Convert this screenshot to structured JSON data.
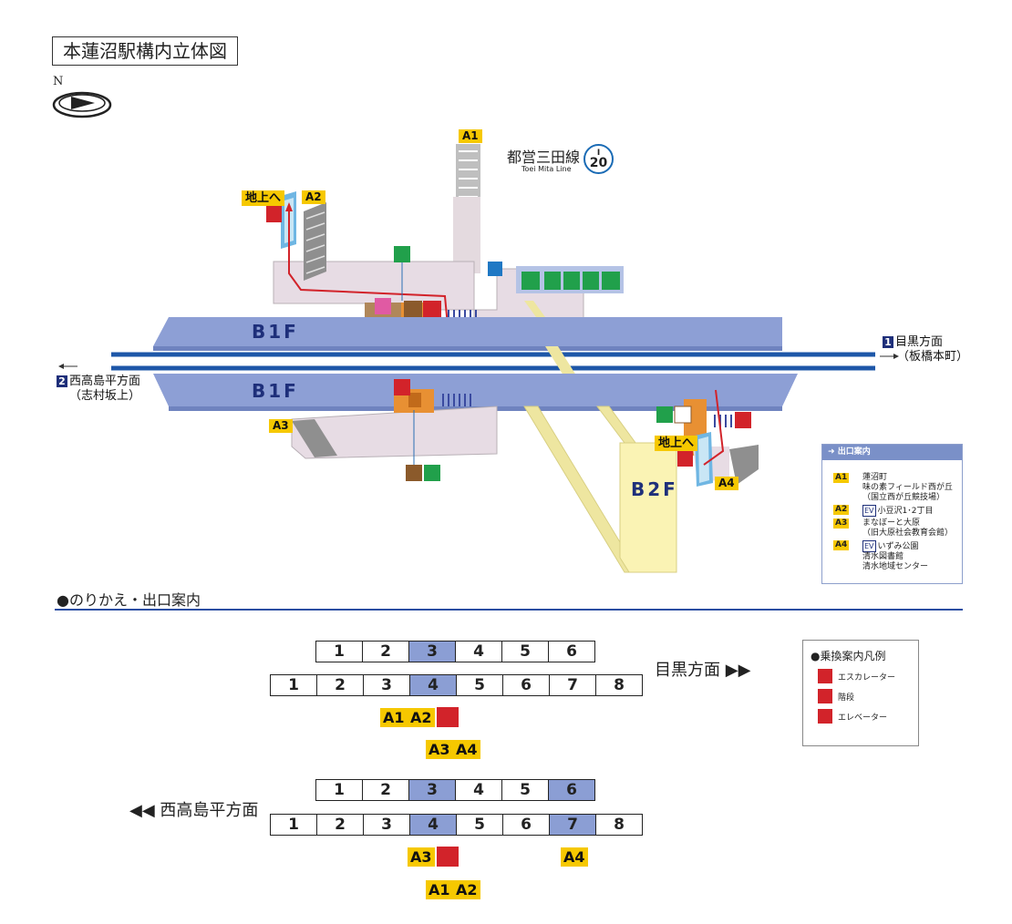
{
  "title": "本蓮沼駅構内立体図",
  "compass": {
    "north_label": "N"
  },
  "line": {
    "name": "都営三田線",
    "sub": "Toei Mita Line",
    "code_letter": "I",
    "code_number": "20",
    "color": "#1a6bb5"
  },
  "floors": {
    "b1f_upper": "B1F",
    "b1f_lower": "B1F",
    "b2f": "B2F"
  },
  "exits": {
    "a1": "A1",
    "a2": "A2",
    "a3": "A3",
    "a4": "A4"
  },
  "ground_labels": {
    "left": "地上へ",
    "right": "地上へ"
  },
  "directions": {
    "meguro": {
      "num": "1",
      "line1": "目黒方面",
      "line2": "（板橋本町）"
    },
    "nishitakashimadaira": {
      "num": "2",
      "line1": "西高島平方面",
      "line2": "（志村坂上）"
    }
  },
  "exit_legend": {
    "header": "出口案内",
    "rows": [
      {
        "tag": "A1",
        "badge": "",
        "lines": [
          "蓮沼町",
          "味の素フィールド西が丘",
          "（国立西が丘競技場）"
        ]
      },
      {
        "tag": "A2",
        "badge": "EV",
        "lines": [
          "小豆沢1･2丁目"
        ]
      },
      {
        "tag": "A3",
        "badge": "",
        "lines": [
          "まなぼーと大原",
          "（旧大原社会教育会館）"
        ]
      },
      {
        "tag": "A4",
        "badge": "EV",
        "lines": [
          "いずみ公園",
          "清水図書館",
          "清水地域センター"
        ]
      }
    ]
  },
  "transfer_section": {
    "heading": "●のりかえ・出口案内",
    "meguro_label": "目黒方面 ▶▶",
    "nishi_label": "◀◀ 西高島平方面",
    "row1_cars": [
      "1",
      "2",
      "3",
      "4",
      "5",
      "6"
    ],
    "row2_cars": [
      "1",
      "2",
      "3",
      "4",
      "5",
      "6",
      "7",
      "8"
    ],
    "row3_cars": [
      "1",
      "2",
      "3",
      "4",
      "5",
      "6"
    ],
    "row4_cars": [
      "1",
      "2",
      "3",
      "4",
      "5",
      "6",
      "7",
      "8"
    ],
    "tags_block1_top": [
      "A1",
      "A2"
    ],
    "tags_block1_bottom": [
      "A3",
      "A4"
    ],
    "tags_block2_top": "A3",
    "tags_block2_right": "A4",
    "tags_block2_bottom": [
      "A1",
      "A2"
    ]
  },
  "transfer_legend": {
    "title": "●乗換案内凡例",
    "items": [
      "エスカレーター",
      "階段",
      "エレベーター"
    ]
  },
  "colors": {
    "platform": "#8d9fd5",
    "concourse": "#e7dce4",
    "b2f": "#faf3b4",
    "exit_yellow": "#f6c800",
    "rail": "#1e57a8",
    "route_red": "#d2232a",
    "highlight_car": "#8b9ed4"
  }
}
